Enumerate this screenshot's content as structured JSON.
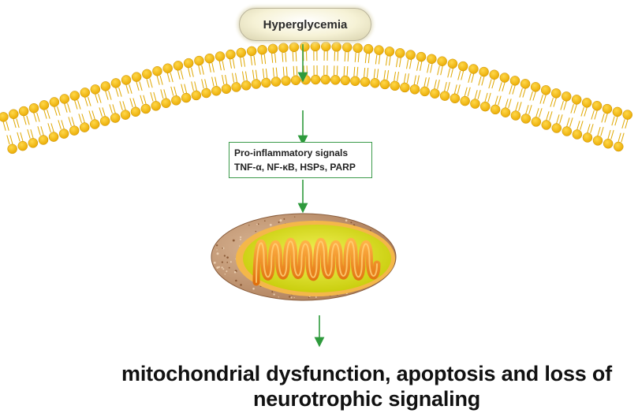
{
  "diagram": {
    "top_node": {
      "label": "Hyperglycemia"
    },
    "signal_box": {
      "line1": "Pro-inflammatory signals",
      "line2": "TNF-α, NF-κB, HSPs, PARP"
    },
    "outcome": {
      "line1": "mitochondrial dysfunction, apoptosis and loss of",
      "line2": "neurotrophic signaling"
    },
    "colors": {
      "arrow": "#2e9a3c",
      "lipid_head": "#f3b400",
      "lipid_tail": "#e0a800",
      "mito_outer": "#c69a78",
      "mito_matrix": "#d9e000",
      "mito_cristae": "#f08a1c"
    }
  }
}
